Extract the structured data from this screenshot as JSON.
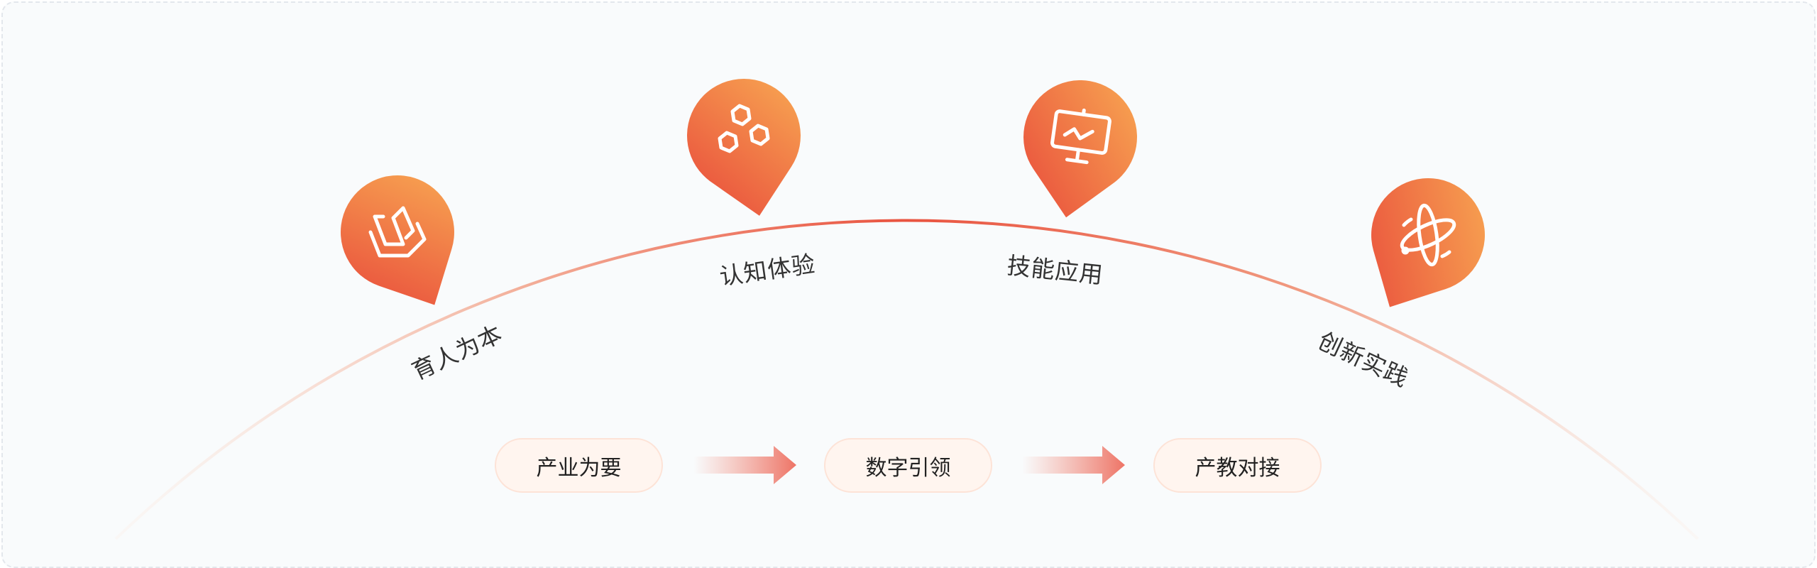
{
  "stages": [
    {
      "label": "育人为本",
      "icon": "open-book-icon"
    },
    {
      "label": "认知体验",
      "icon": "hexagons-icon"
    },
    {
      "label": "技能应用",
      "icon": "monitor-chart-icon"
    },
    {
      "label": "创新实践",
      "icon": "atom-icon"
    }
  ],
  "flow": [
    {
      "label": "产业为要"
    },
    {
      "label": "数字引领"
    },
    {
      "label": "产教对接"
    }
  ],
  "colors": {
    "accent_red": "#e9533f",
    "accent_orange": "#f5a04e",
    "pill_bg": "#fff5ef",
    "pill_border": "#fde3d7"
  }
}
